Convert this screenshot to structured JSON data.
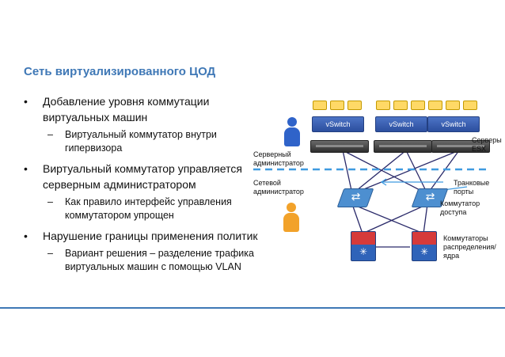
{
  "title": "Сеть виртуализированного ЦОД",
  "bullets": [
    {
      "text": "Добавление уровня коммутации виртуальных машин",
      "sub": [
        "Виртуальный коммутатор внутри гипервизора"
      ]
    },
    {
      "text": "Виртуальный коммутатор управляется серверным администратором",
      "sub": [
        "Как правило интерфейс управления коммутатором упрощен"
      ]
    },
    {
      "text": "Нарушение границы применения политик",
      "sub": [
        "Вариант решения – разделение трафика виртуальных машин с помощью VLAN"
      ]
    }
  ],
  "diagram": {
    "vswitch_label": "vSwitch",
    "labels": {
      "server_admin": "Серверный администратор",
      "network_admin": "Сетевой администратор",
      "esx_servers": "Серверы ESX",
      "trunk_ports": "Транковые порты",
      "access_switch": "Коммутатор доступа",
      "distribution_core": "Коммутаторы распределения/ядра"
    },
    "colors": {
      "server_admin_figure": "#2f63c9",
      "network_admin_figure": "#f2a22a",
      "dashed_boundary": "#3f9be0",
      "links": "#2a2a6a"
    }
  }
}
